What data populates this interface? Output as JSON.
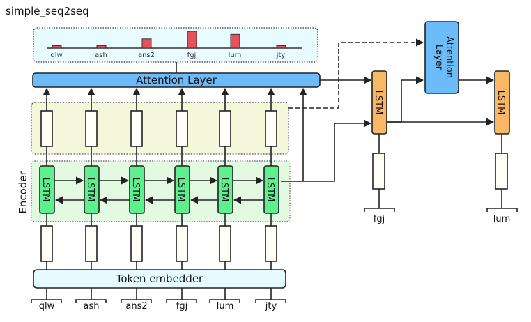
{
  "title": "simple_seq2seq",
  "encoder_label": "Encoder",
  "attention_layer_label": "Attention Layer",
  "decoder_attention_label_line1": "Attention",
  "decoder_attention_label_line2": "Layer",
  "token_embedder_label": "Token embedder",
  "lstm_label": "LSTM",
  "input_tokens": [
    "qlw",
    "ash",
    "ans2",
    "fgj",
    "lum",
    "jty"
  ],
  "attention_weights": [
    {
      "token": "qlw",
      "weight": 0.15
    },
    {
      "token": "ash",
      "weight": 0.15
    },
    {
      "token": "ans2",
      "weight": 0.55
    },
    {
      "token": "fgj",
      "weight": 1.0
    },
    {
      "token": "lum",
      "weight": 0.82
    },
    {
      "token": "jty",
      "weight": 0.15
    }
  ],
  "output_tokens": [
    "fgj",
    "lum"
  ],
  "colors": {
    "attention_box_bg": "#e8fbff",
    "attention_bar": "#e8505b",
    "attention_layer": "#6bbcf8",
    "ff_region_bg": "#f4f7d9",
    "encoder_region_bg": "#e3f9e1",
    "encoder_lstm": "#5ef08e",
    "decoder_lstm": "#f9b866",
    "embedder_bg": "#e6fbff"
  }
}
